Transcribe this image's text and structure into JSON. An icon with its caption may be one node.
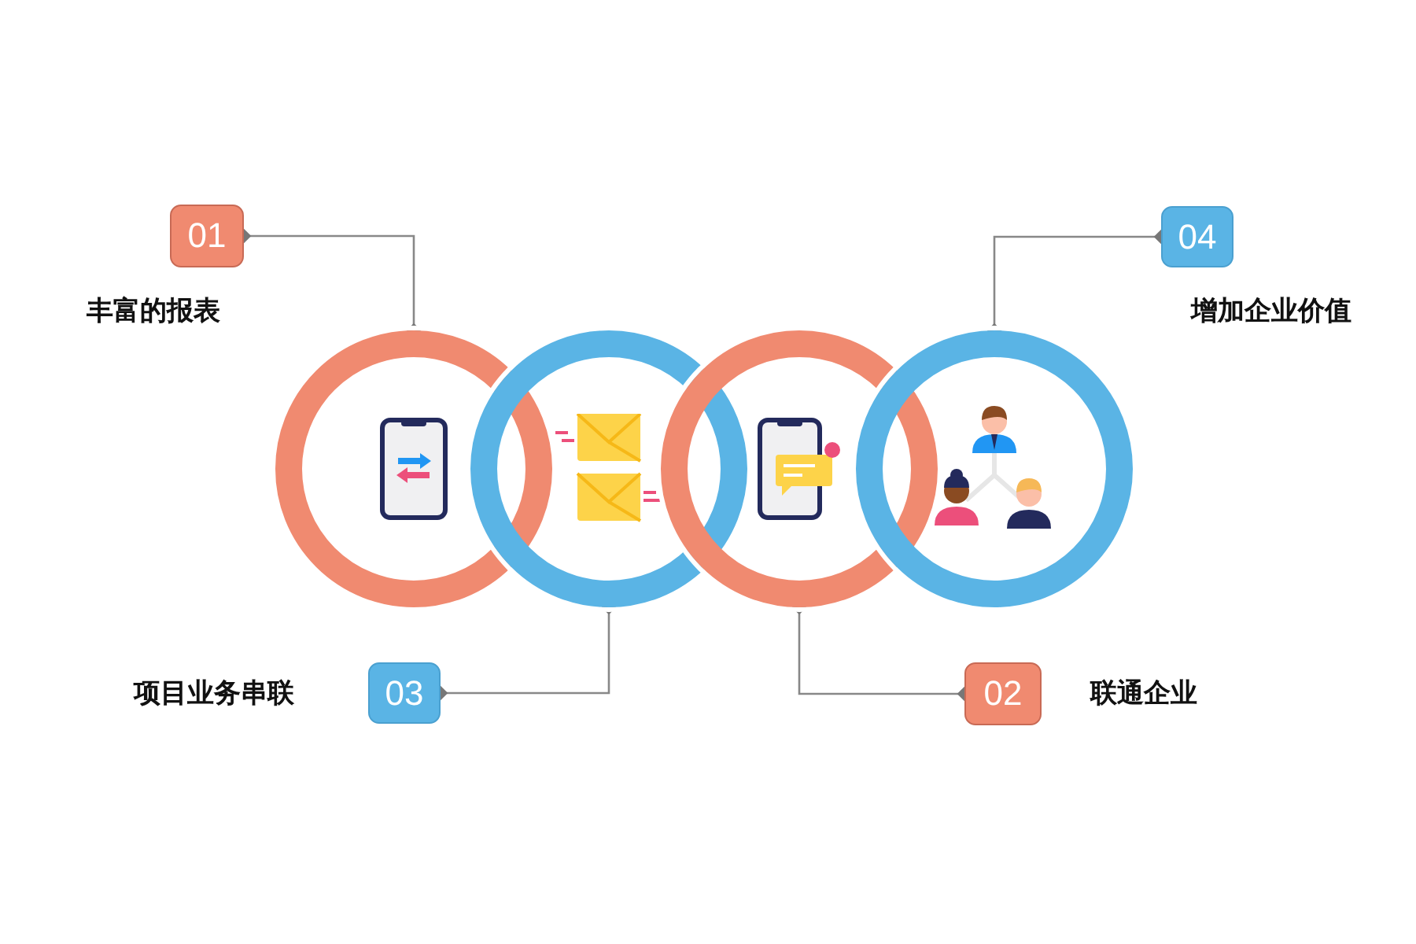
{
  "diagram": {
    "nodes": [
      {
        "text": [
          "01"
        ],
        "beside": [
          "丰富的报表"
        ]
      },
      {
        "text": [
          "04"
        ],
        "beside": [
          "增加企业价值"
        ]
      },
      {
        "text": [],
        "shape": "circle"
      },
      {
        "text": [],
        "shape": "circle"
      },
      {
        "text": [],
        "shape": "circle"
      },
      {
        "text": [],
        "shape": "circle"
      },
      {
        "text": [
          "03"
        ],
        "beside": [
          "项目业务串联"
        ]
      },
      {
        "text": [
          "02"
        ],
        "beside": [
          "联通企业"
        ]
      }
    ],
    "edges": [
      {
        "from": 0,
        "to": 2,
        "arrow": "other"
      },
      {
        "from": 1,
        "to": 5,
        "arrow": "other"
      },
      {
        "from": 6,
        "to": 3,
        "arrow": "other"
      },
      {
        "from": 7,
        "to": 4,
        "arrow": "other"
      }
    ]
  }
}
